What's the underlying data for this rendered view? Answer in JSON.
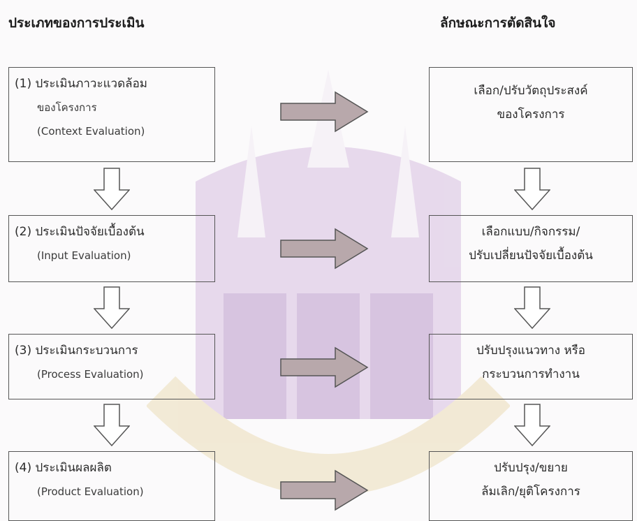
{
  "headings": {
    "left": "ประเภทของการประเมิน",
    "right": "ลักษณะการตัดสินใจ"
  },
  "evaluation_types": [
    {
      "lines": [
        "(1) ประเมินภาวะแวดล้อม",
        "ของโครงการ",
        "(Context Evaluation)"
      ]
    },
    {
      "lines": [
        "(2) ประเมินปัจจัยเบื้องต้น",
        "(Input Evaluation)"
      ]
    },
    {
      "lines": [
        "(3) ประเมินกระบวนการ",
        "(Process Evaluation)"
      ]
    },
    {
      "lines": [
        "(4) ประเมินผลผลิต",
        "(Product Evaluation)"
      ]
    }
  ],
  "decisions": [
    {
      "lines": [
        "เลือก/ปรับวัตถุประสงค์",
        "ของโครงการ"
      ]
    },
    {
      "lines": [
        "เลือกแบบ/กิจกรรม/",
        "ปรับเปลี่ยนปัจจัยเบื้องต้น"
      ]
    },
    {
      "lines": [
        "ปรับปรุงแนวทาง หรือ",
        "กระบวนการทำงาน"
      ]
    },
    {
      "lines": [
        "ปรับปรุง/ขยาย",
        "ล้มเลิก/ยุติโครงการ"
      ]
    }
  ],
  "colors": {
    "watermark": "#c9a6d6",
    "watermark_ring": "#e6cf9a",
    "right_arrow_fill": "#b8a8ab",
    "down_arrow_fill": "#ffffff",
    "border": "#555555"
  }
}
